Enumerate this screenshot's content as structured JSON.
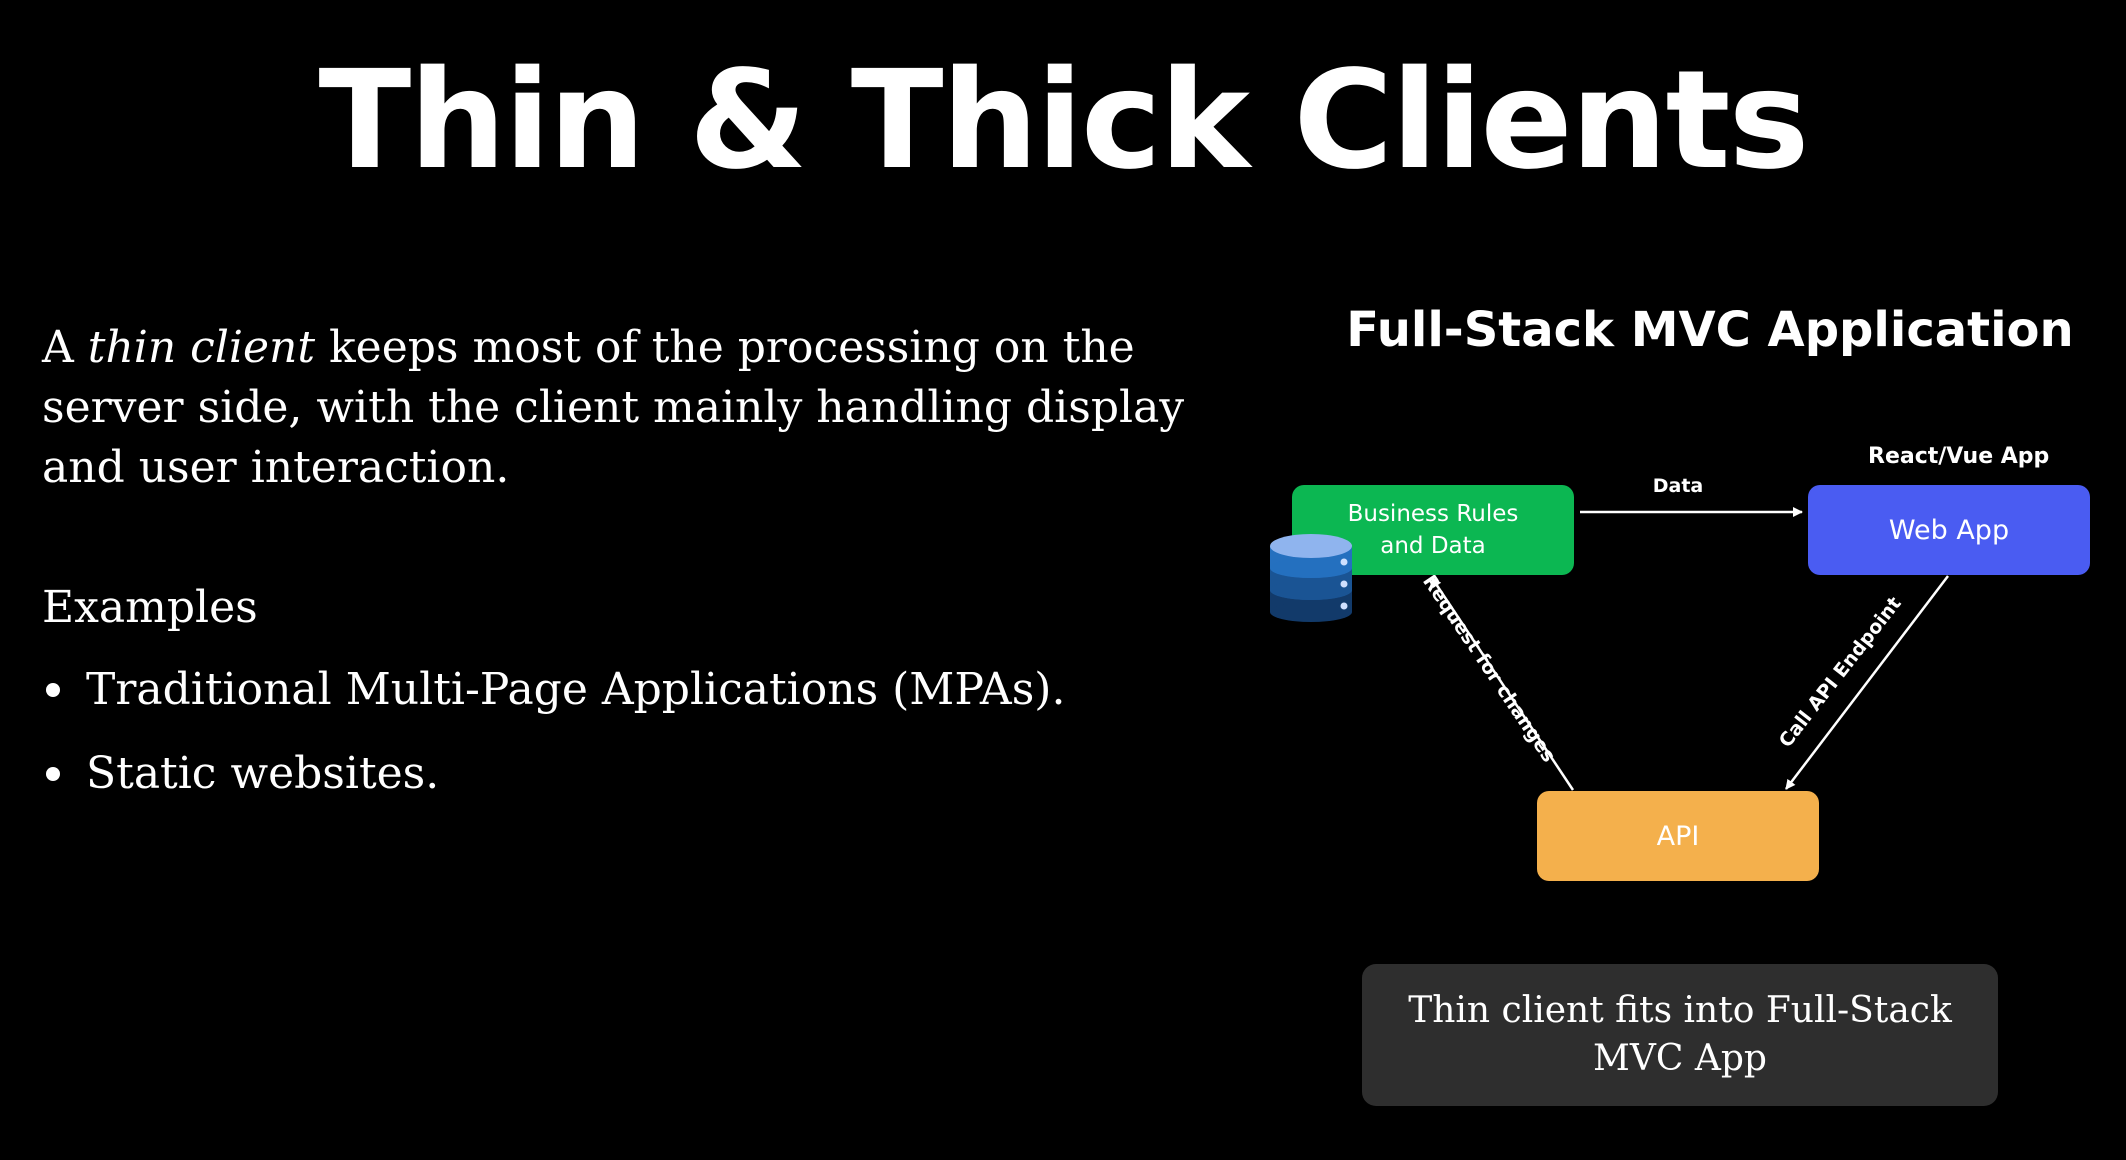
{
  "slide": {
    "title": "Thin & Thick Clients"
  },
  "left": {
    "intro_prefix": "A ",
    "intro_term": "thin client",
    "intro_rest": " keeps most of the processing on the server side, with the client mainly handling display and user interaction.",
    "examples_label": "Examples",
    "examples": [
      "Traditional Multi-Page Applications (MPAs).",
      "Static websites."
    ]
  },
  "diagram": {
    "title": "Full-Stack MVC Application",
    "business_node_line1": "Business Rules",
    "business_node_line2": "and Data",
    "webapp_node": "Web App",
    "webapp_caption": "React/Vue App",
    "api_node": "API",
    "edge_data_label": "Data",
    "edge_request_label": "Request for changes",
    "edge_call_label": "Call API Endpoint",
    "database_icon": "database-icon",
    "colors": {
      "business": "#0cb752",
      "webapp": "#4a5cf2",
      "api": "#f4b04c",
      "note_bg": "#2e2e2e"
    }
  },
  "note": {
    "line1": "Thin client fits into Full-Stack",
    "line2": "MVC App"
  }
}
